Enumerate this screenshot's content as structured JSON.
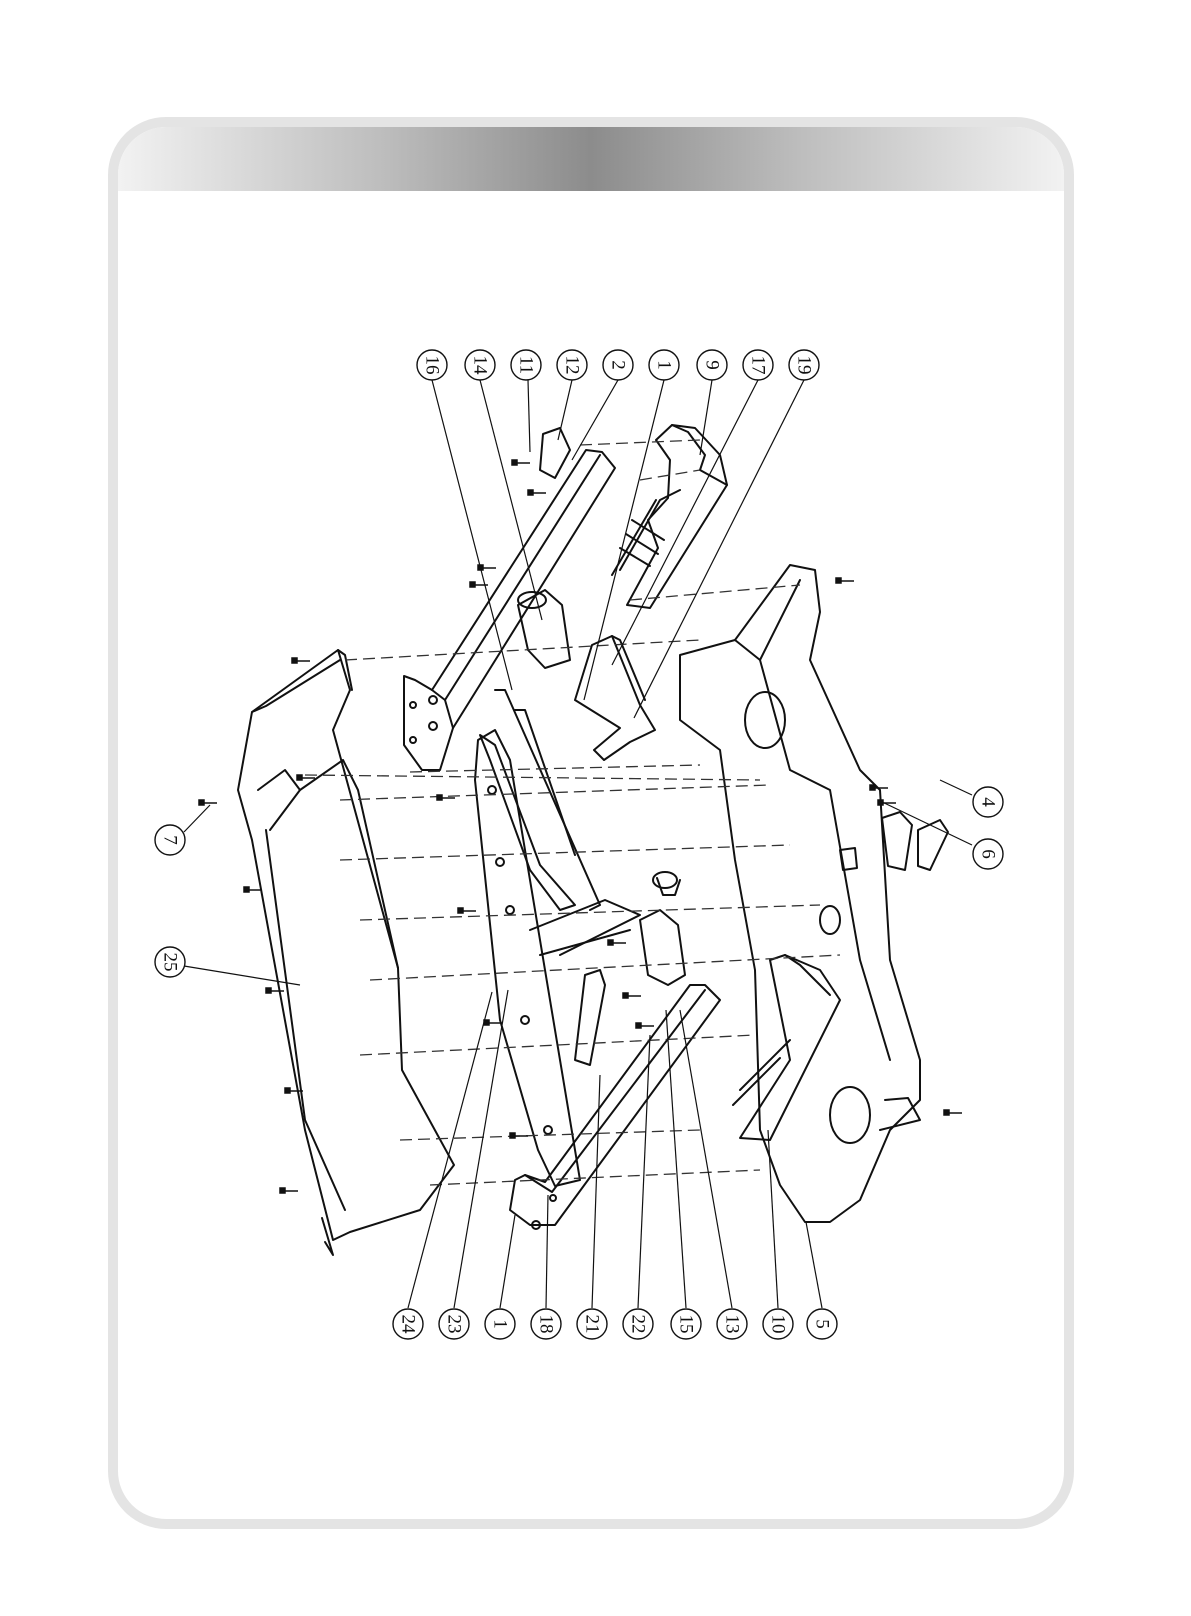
{
  "diagram": {
    "callouts_top": [
      "16",
      "14",
      "11",
      "12",
      "2",
      "1",
      "9",
      "17",
      "19"
    ],
    "callouts_bottom": [
      "24",
      "23",
      "1",
      "18",
      "21",
      "22",
      "15",
      "13",
      "10",
      "5"
    ],
    "callouts_right": [
      "4",
      "6"
    ],
    "callouts_left": [
      "7",
      "25"
    ]
  }
}
